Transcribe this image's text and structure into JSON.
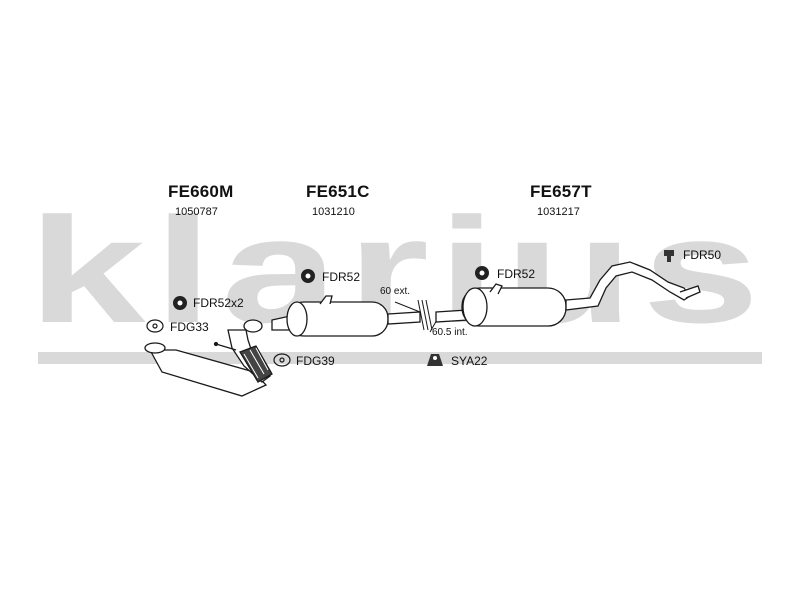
{
  "watermark": {
    "text": "klarius",
    "color": "#d9d9d9"
  },
  "parts": [
    {
      "code": "FE660M",
      "number": "1050787"
    },
    {
      "code": "FE651C",
      "number": "1031210"
    },
    {
      "code": "FE657T",
      "number": "1031217"
    }
  ],
  "fittings": {
    "fdr52x2": "FDR52x2",
    "fdg33": "FDG33",
    "fdg39": "FDG39",
    "fdr52_mid": "FDR52",
    "fdr52_rear": "FDR52",
    "sya22": "SYA22",
    "fdr50": "FDR50"
  },
  "joint": {
    "ext_label": "60 ext.",
    "int_label": "60.5 int."
  },
  "colors": {
    "line": "#1a1a1a",
    "fill": "#ffffff",
    "dark": "#222222"
  }
}
